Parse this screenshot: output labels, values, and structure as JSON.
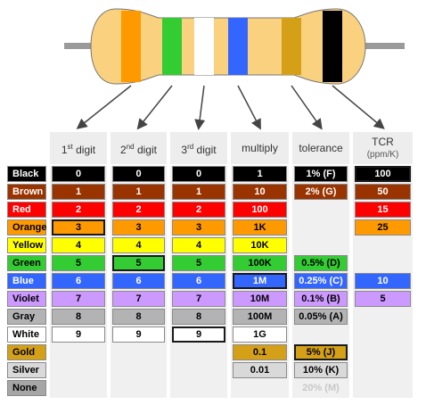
{
  "headers": [
    {
      "text": "1",
      "sup": "st",
      "after": " digit",
      "sub": ""
    },
    {
      "text": "2",
      "sup": "nd",
      "after": " digit",
      "sub": ""
    },
    {
      "text": "3",
      "sup": "rd",
      "after": " digit",
      "sub": ""
    },
    {
      "text": "multiply",
      "sup": "",
      "after": "",
      "sub": ""
    },
    {
      "text": "tolerance",
      "sup": "",
      "after": "",
      "sub": ""
    },
    {
      "text": "TCR",
      "sup": "",
      "after": "",
      "sub": "(ppm/K)"
    }
  ],
  "band_colors": [
    "#ff9900",
    "#33cc33",
    "#ffffff",
    "#3366ff",
    "#d4a017",
    "#000000"
  ],
  "body_color": "#fad27f",
  "rows": [
    {
      "name": "Black",
      "bg": "#000000",
      "fg": "#ffffff",
      "d1": "0",
      "d2": "0",
      "d3": "0",
      "mult": "1",
      "tol": "1% (F)",
      "tcr": "100"
    },
    {
      "name": "Brown",
      "bg": "#993300",
      "fg": "#ffffff",
      "d1": "1",
      "d2": "1",
      "d3": "1",
      "mult": "10",
      "tol": "2% (G)",
      "tcr": "50"
    },
    {
      "name": "Red",
      "bg": "#ff0000",
      "fg": "#ffffff",
      "d1": "2",
      "d2": "2",
      "d3": "2",
      "mult": "100",
      "tol": "",
      "tcr": "15"
    },
    {
      "name": "Orange",
      "bg": "#ff9900",
      "fg": "#000000",
      "d1": "3",
      "d2": "3",
      "d3": "3",
      "mult": "1K",
      "tol": "",
      "tcr": "25"
    },
    {
      "name": "Yellow",
      "bg": "#ffff00",
      "fg": "#000000",
      "d1": "4",
      "d2": "4",
      "d3": "4",
      "mult": "10K",
      "tol": "",
      "tcr": ""
    },
    {
      "name": "Green",
      "bg": "#33cc33",
      "fg": "#000000",
      "d1": "5",
      "d2": "5",
      "d3": "5",
      "mult": "100K",
      "tol": "0.5% (D)",
      "tcr": ""
    },
    {
      "name": "Blue",
      "bg": "#3366ff",
      "fg": "#ffffff",
      "d1": "6",
      "d2": "6",
      "d3": "6",
      "mult": "1M",
      "tol": "0.25% (C)",
      "tcr": "10"
    },
    {
      "name": "Violet",
      "bg": "#cc99ff",
      "fg": "#000000",
      "d1": "7",
      "d2": "7",
      "d3": "7",
      "mult": "10M",
      "tol": "0.1% (B)",
      "tcr": "5"
    },
    {
      "name": "Gray",
      "bg": "#b3b3b3",
      "fg": "#000000",
      "d1": "8",
      "d2": "8",
      "d3": "8",
      "mult": "100M",
      "tol": "0.05% (A)",
      "tcr": ""
    },
    {
      "name": "White",
      "bg": "#ffffff",
      "fg": "#000000",
      "d1": "9",
      "d2": "9",
      "d3": "9",
      "mult": "1G",
      "tol": "",
      "tcr": ""
    },
    {
      "name": "Gold",
      "bg": "#d4a017",
      "fg": "#000000",
      "d1": "",
      "d2": "",
      "d3": "",
      "mult": "0.1",
      "tol": "5% (J)",
      "tcr": ""
    },
    {
      "name": "Silver",
      "bg": "#d9d9d9",
      "fg": "#000000",
      "d1": "",
      "d2": "",
      "d3": "",
      "mult": "0.01",
      "tol": "10% (K)",
      "tcr": ""
    },
    {
      "name": "None",
      "bg": "#a6a6a6",
      "fg": "#000000",
      "d1": "",
      "d2": "",
      "d3": "",
      "mult": "",
      "tol": "20% (M)",
      "tcr": ""
    }
  ],
  "selected": {
    "d1": "Orange",
    "d2": "Green",
    "d3": "White",
    "mult": "Blue",
    "tol": "Gold",
    "tcr": "Black"
  }
}
